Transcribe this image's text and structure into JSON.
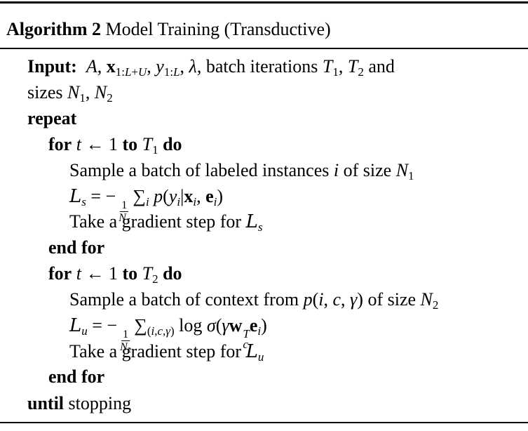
{
  "algorithm": {
    "label": "Algorithm 2",
    "title": "Model Training (Transductive)",
    "input_label": "Input:",
    "input_text_a": "batch iterations",
    "input_text_b": "and",
    "input_text_c": "sizes",
    "repeat": "repeat",
    "for_kw": "for",
    "to_kw": "to",
    "do_kw": "do",
    "end_for": "end for",
    "until": "until",
    "stopping": "stopping",
    "loop1_line1": "Sample a batch of labeled instances",
    "loop1_line1_b": "of size",
    "loop1_line3": "Take a gradient step for",
    "loop2_line1": "Sample a batch of context from",
    "loop2_line1_b": "of size",
    "loop2_line3": "Take a gradient step for"
  }
}
